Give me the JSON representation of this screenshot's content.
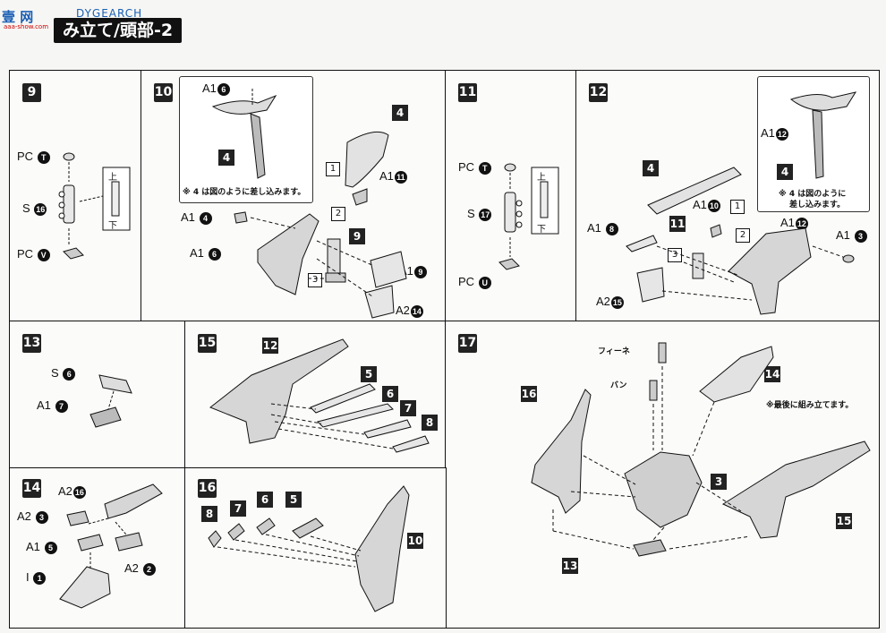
{
  "header": {
    "logo_cjk": "壹 网",
    "logo_sub": "aaa-show.com",
    "logo_en": "DYGEARCH",
    "title": "み立て/頭部-2"
  },
  "steps": [
    {
      "num": "9",
      "labels": {
        "pc1": "PC",
        "pc1_id": "T",
        "s": "S",
        "s_id": "16",
        "pc2": "PC",
        "pc2_id": "V",
        "up": "上",
        "down": "下"
      }
    },
    {
      "num": "10",
      "labels": {
        "a1_6": "A1",
        "a1_6_id": "6",
        "p4": "4",
        "p4b": "4",
        "note": "※ 4 は図のように差し込みます。",
        "a1_11": "A1",
        "a1_11_id": "11",
        "a1_4": "A1",
        "a1_4_id": "4",
        "a1_6b": "A1",
        "a1_6b_id": "6",
        "p9": "9",
        "a1_9": "A1",
        "a1_9_id": "9",
        "a2_14": "A2",
        "a2_14_id": "14",
        "b1": "1",
        "b2": "2",
        "b3": "3"
      }
    },
    {
      "num": "11",
      "labels": {
        "pc1": "PC",
        "pc1_id": "T",
        "s": "S",
        "s_id": "17",
        "pc2": "PC",
        "pc2_id": "U",
        "up": "上",
        "down": "下"
      }
    },
    {
      "num": "12",
      "labels": {
        "a1_12": "A1",
        "a1_12_id": "12",
        "p4": "4",
        "p4b": "4",
        "note1": "※ 4 は図のように",
        "note2": "差し込みます。",
        "a1_10": "A1",
        "a1_10_id": "10",
        "a1_12b": "A1",
        "a1_12b_id": "12",
        "a1_3": "A1",
        "a1_3_id": "3",
        "a1_8": "A1",
        "a1_8_id": "8",
        "p11": "11",
        "a2_15": "A2",
        "a2_15_id": "15",
        "b1": "1",
        "b2": "2",
        "b3": "3"
      }
    },
    {
      "num": "13",
      "labels": {
        "s": "S",
        "s_id": "6",
        "a1": "A1",
        "a1_id": "7"
      }
    },
    {
      "num": "15",
      "labels": {
        "p12": "12",
        "p5": "5",
        "p6": "6",
        "p7": "7",
        "p8": "8"
      }
    },
    {
      "num": "17",
      "labels": {
        "fine": "フィーネ",
        "van": "バン",
        "p16": "16",
        "p14": "14",
        "p3": "3",
        "p15": "15",
        "p13": "13",
        "note": "※最後に組み立てます。"
      }
    },
    {
      "num": "14",
      "labels": {
        "a2_16": "A2",
        "a2_16_id": "16",
        "a2_3": "A2",
        "a2_3_id": "3",
        "a1_5": "A1",
        "a1_5_id": "5",
        "a2_2": "A2",
        "a2_2_id": "2",
        "i": "I",
        "i_id": "1"
      }
    },
    {
      "num": "16",
      "labels": {
        "p8": "8",
        "p7": "7",
        "p6": "6",
        "p5": "5",
        "p10": "10"
      }
    }
  ]
}
